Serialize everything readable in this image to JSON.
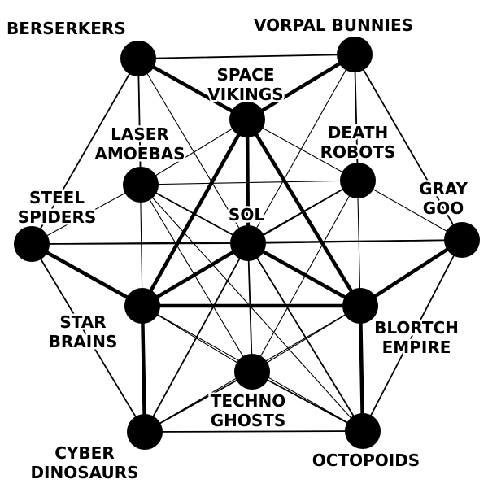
{
  "nodes": [
    {
      "id": "berserkers",
      "label_lines": [
        "BERSERKERS"
      ]
    },
    {
      "id": "vorpal-bunnies",
      "label_lines": [
        "VORPAL BUNNIES"
      ]
    },
    {
      "id": "space-vikings",
      "label_lines": [
        "SPACE",
        "VIKINGS"
      ]
    },
    {
      "id": "laser-amoebas",
      "label_lines": [
        "LASER",
        "AMOEBAS"
      ]
    },
    {
      "id": "death-robots",
      "label_lines": [
        "DEATH",
        "ROBOTS"
      ]
    },
    {
      "id": "steel-spiders",
      "label_lines": [
        "STEEL",
        "SPIDERS"
      ]
    },
    {
      "id": "sol",
      "label_lines": [
        "SOL"
      ]
    },
    {
      "id": "gray-goo",
      "label_lines": [
        "GRAY",
        "GOO"
      ]
    },
    {
      "id": "star-brains",
      "label_lines": [
        "STAR",
        "BRAINS"
      ]
    },
    {
      "id": "blortch-empire",
      "label_lines": [
        "BLORTCH",
        "EMPIRE"
      ]
    },
    {
      "id": "techno-ghosts",
      "label_lines": [
        "TECHNO",
        "GHOSTS"
      ]
    },
    {
      "id": "cyber-dinosaurs",
      "label_lines": [
        "CYBER",
        "DINOSAURS"
      ]
    },
    {
      "id": "octopoids",
      "label_lines": [
        "OCTOPOIDS"
      ]
    }
  ],
  "edges": [
    {
      "from": "sol",
      "to": "space-vikings",
      "strength": "strong"
    },
    {
      "from": "sol",
      "to": "star-brains",
      "strength": "strong"
    },
    {
      "from": "sol",
      "to": "blortch-empire",
      "strength": "strong"
    },
    {
      "from": "space-vikings",
      "to": "star-brains",
      "strength": "strong"
    },
    {
      "from": "space-vikings",
      "to": "blortch-empire",
      "strength": "strong"
    },
    {
      "from": "star-brains",
      "to": "blortch-empire",
      "strength": "strong"
    },
    {
      "from": "space-vikings",
      "to": "berserkers",
      "strength": "strong"
    },
    {
      "from": "space-vikings",
      "to": "vorpal-bunnies",
      "strength": "strong"
    },
    {
      "from": "star-brains",
      "to": "steel-spiders",
      "strength": "strong"
    },
    {
      "from": "star-brains",
      "to": "cyber-dinosaurs",
      "strength": "strong"
    },
    {
      "from": "blortch-empire",
      "to": "gray-goo",
      "strength": "strong"
    },
    {
      "from": "blortch-empire",
      "to": "octopoids",
      "strength": "strong"
    },
    {
      "from": "sol",
      "to": "laser-amoebas",
      "strength": "medium"
    },
    {
      "from": "sol",
      "to": "death-robots",
      "strength": "medium"
    },
    {
      "from": "sol",
      "to": "steel-spiders",
      "strength": "medium"
    },
    {
      "from": "sol",
      "to": "gray-goo",
      "strength": "medium"
    },
    {
      "from": "sol",
      "to": "techno-ghosts",
      "strength": "medium"
    },
    {
      "from": "sol",
      "to": "cyber-dinosaurs",
      "strength": "medium"
    },
    {
      "from": "sol",
      "to": "octopoids",
      "strength": "medium"
    },
    {
      "from": "berserkers",
      "to": "vorpal-bunnies",
      "strength": "medium"
    },
    {
      "from": "berserkers",
      "to": "steel-spiders",
      "strength": "medium"
    },
    {
      "from": "berserkers",
      "to": "laser-amoebas",
      "strength": "medium"
    },
    {
      "from": "vorpal-bunnies",
      "to": "gray-goo",
      "strength": "medium"
    },
    {
      "from": "vorpal-bunnies",
      "to": "death-robots",
      "strength": "medium"
    },
    {
      "from": "steel-spiders",
      "to": "cyber-dinosaurs",
      "strength": "medium"
    },
    {
      "from": "gray-goo",
      "to": "octopoids",
      "strength": "medium"
    },
    {
      "from": "cyber-dinosaurs",
      "to": "octopoids",
      "strength": "medium"
    },
    {
      "from": "cyber-dinosaurs",
      "to": "techno-ghosts",
      "strength": "medium"
    },
    {
      "from": "octopoids",
      "to": "techno-ghosts",
      "strength": "medium"
    },
    {
      "from": "sol",
      "to": "berserkers",
      "strength": "thin"
    },
    {
      "from": "sol",
      "to": "vorpal-bunnies",
      "strength": "thin"
    },
    {
      "from": "space-vikings",
      "to": "laser-amoebas",
      "strength": "thin"
    },
    {
      "from": "space-vikings",
      "to": "death-robots",
      "strength": "thin"
    },
    {
      "from": "laser-amoebas",
      "to": "death-robots",
      "strength": "thin"
    },
    {
      "from": "laser-amoebas",
      "to": "steel-spiders",
      "strength": "thin"
    },
    {
      "from": "laser-amoebas",
      "to": "octopoids",
      "strength": "thin"
    },
    {
      "from": "laser-amoebas",
      "to": "techno-ghosts",
      "strength": "thin"
    },
    {
      "from": "death-robots",
      "to": "gray-goo",
      "strength": "thin"
    },
    {
      "from": "death-robots",
      "to": "star-brains",
      "strength": "thin"
    },
    {
      "from": "death-robots",
      "to": "techno-ghosts",
      "strength": "thin"
    },
    {
      "from": "steel-spiders",
      "to": "gray-goo",
      "strength": "thin"
    },
    {
      "from": "star-brains",
      "to": "techno-ghosts",
      "strength": "thin"
    },
    {
      "from": "blortch-empire",
      "to": "techno-ghosts",
      "strength": "thin"
    },
    {
      "from": "berserkers",
      "to": "star-brains",
      "strength": "thin"
    },
    {
      "from": "vorpal-bunnies",
      "to": "blortch-empire",
      "strength": "thin"
    },
    {
      "from": "star-brains",
      "to": "octopoids",
      "strength": "thin"
    },
    {
      "from": "blortch-empire",
      "to": "cyber-dinosaurs",
      "strength": "thin"
    }
  ]
}
